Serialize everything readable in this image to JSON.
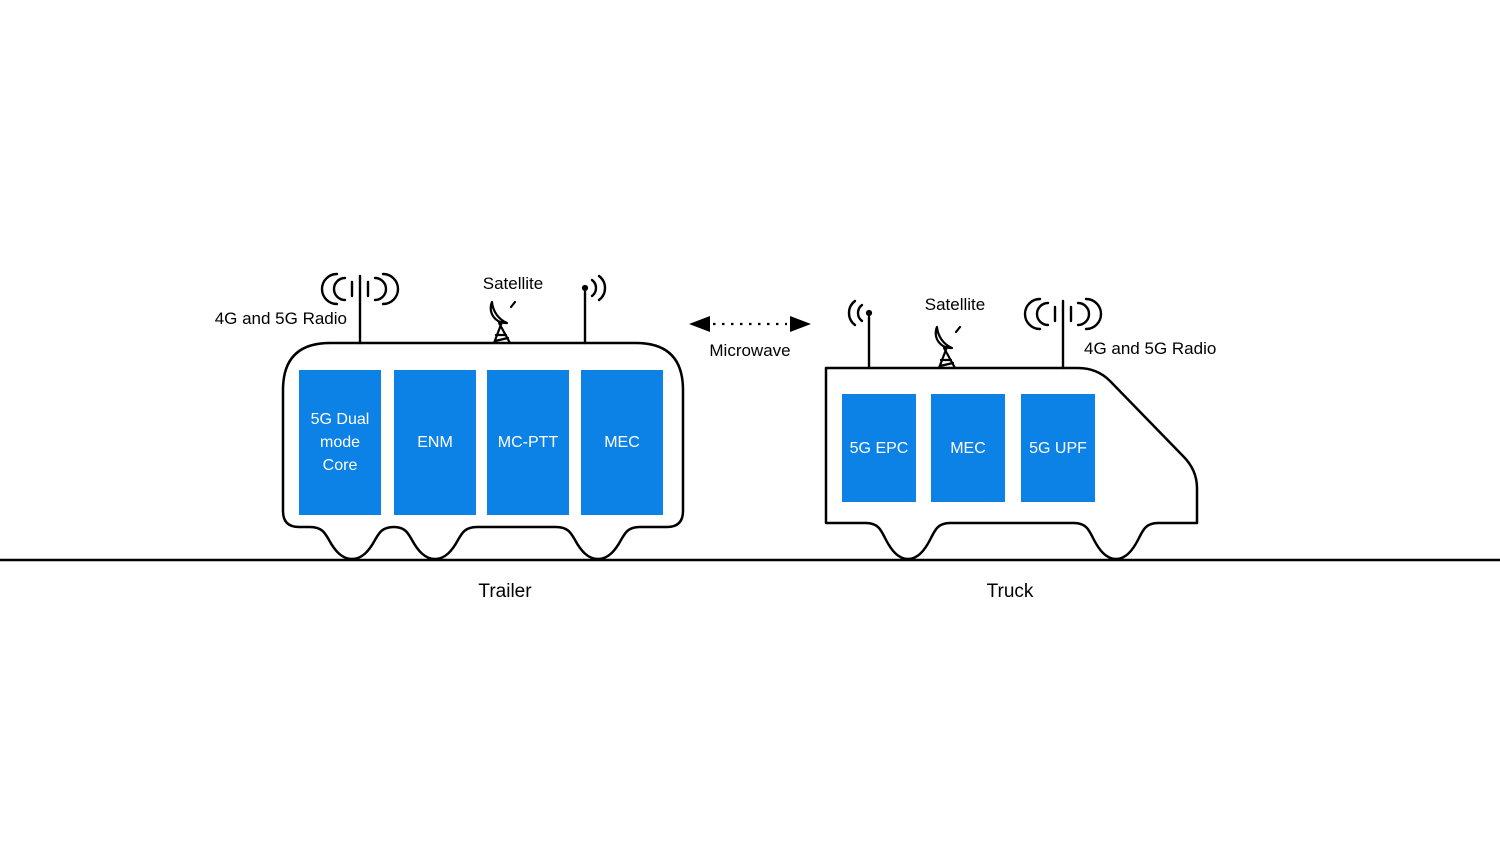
{
  "diagram": {
    "trailer": {
      "caption": "Trailer",
      "radio_label": "4G and 5G Radio",
      "satellite_label": "Satellite",
      "modules": [
        {
          "label": "5G Dual mode Core"
        },
        {
          "label": "ENM"
        },
        {
          "label": "MC-PTT"
        },
        {
          "label": "MEC"
        }
      ]
    },
    "truck": {
      "caption": "Truck",
      "radio_label": "4G and 5G Radio",
      "satellite_label": "Satellite",
      "modules": [
        {
          "label": "5G EPC"
        },
        {
          "label": "MEC"
        },
        {
          "label": "5G UPF"
        }
      ]
    },
    "link": {
      "label": "Microwave"
    },
    "colors": {
      "module_blue": "#0d82e6",
      "line_black": "#000000",
      "module_text": "#ffffff"
    },
    "icons": {
      "radio_antenna": "radio-antenna-icon",
      "signal_transmitter": "signal-antenna-icon",
      "satellite_dish": "satellite-dish-icon",
      "microwave_link": "dotted-double-arrow-icon"
    }
  }
}
